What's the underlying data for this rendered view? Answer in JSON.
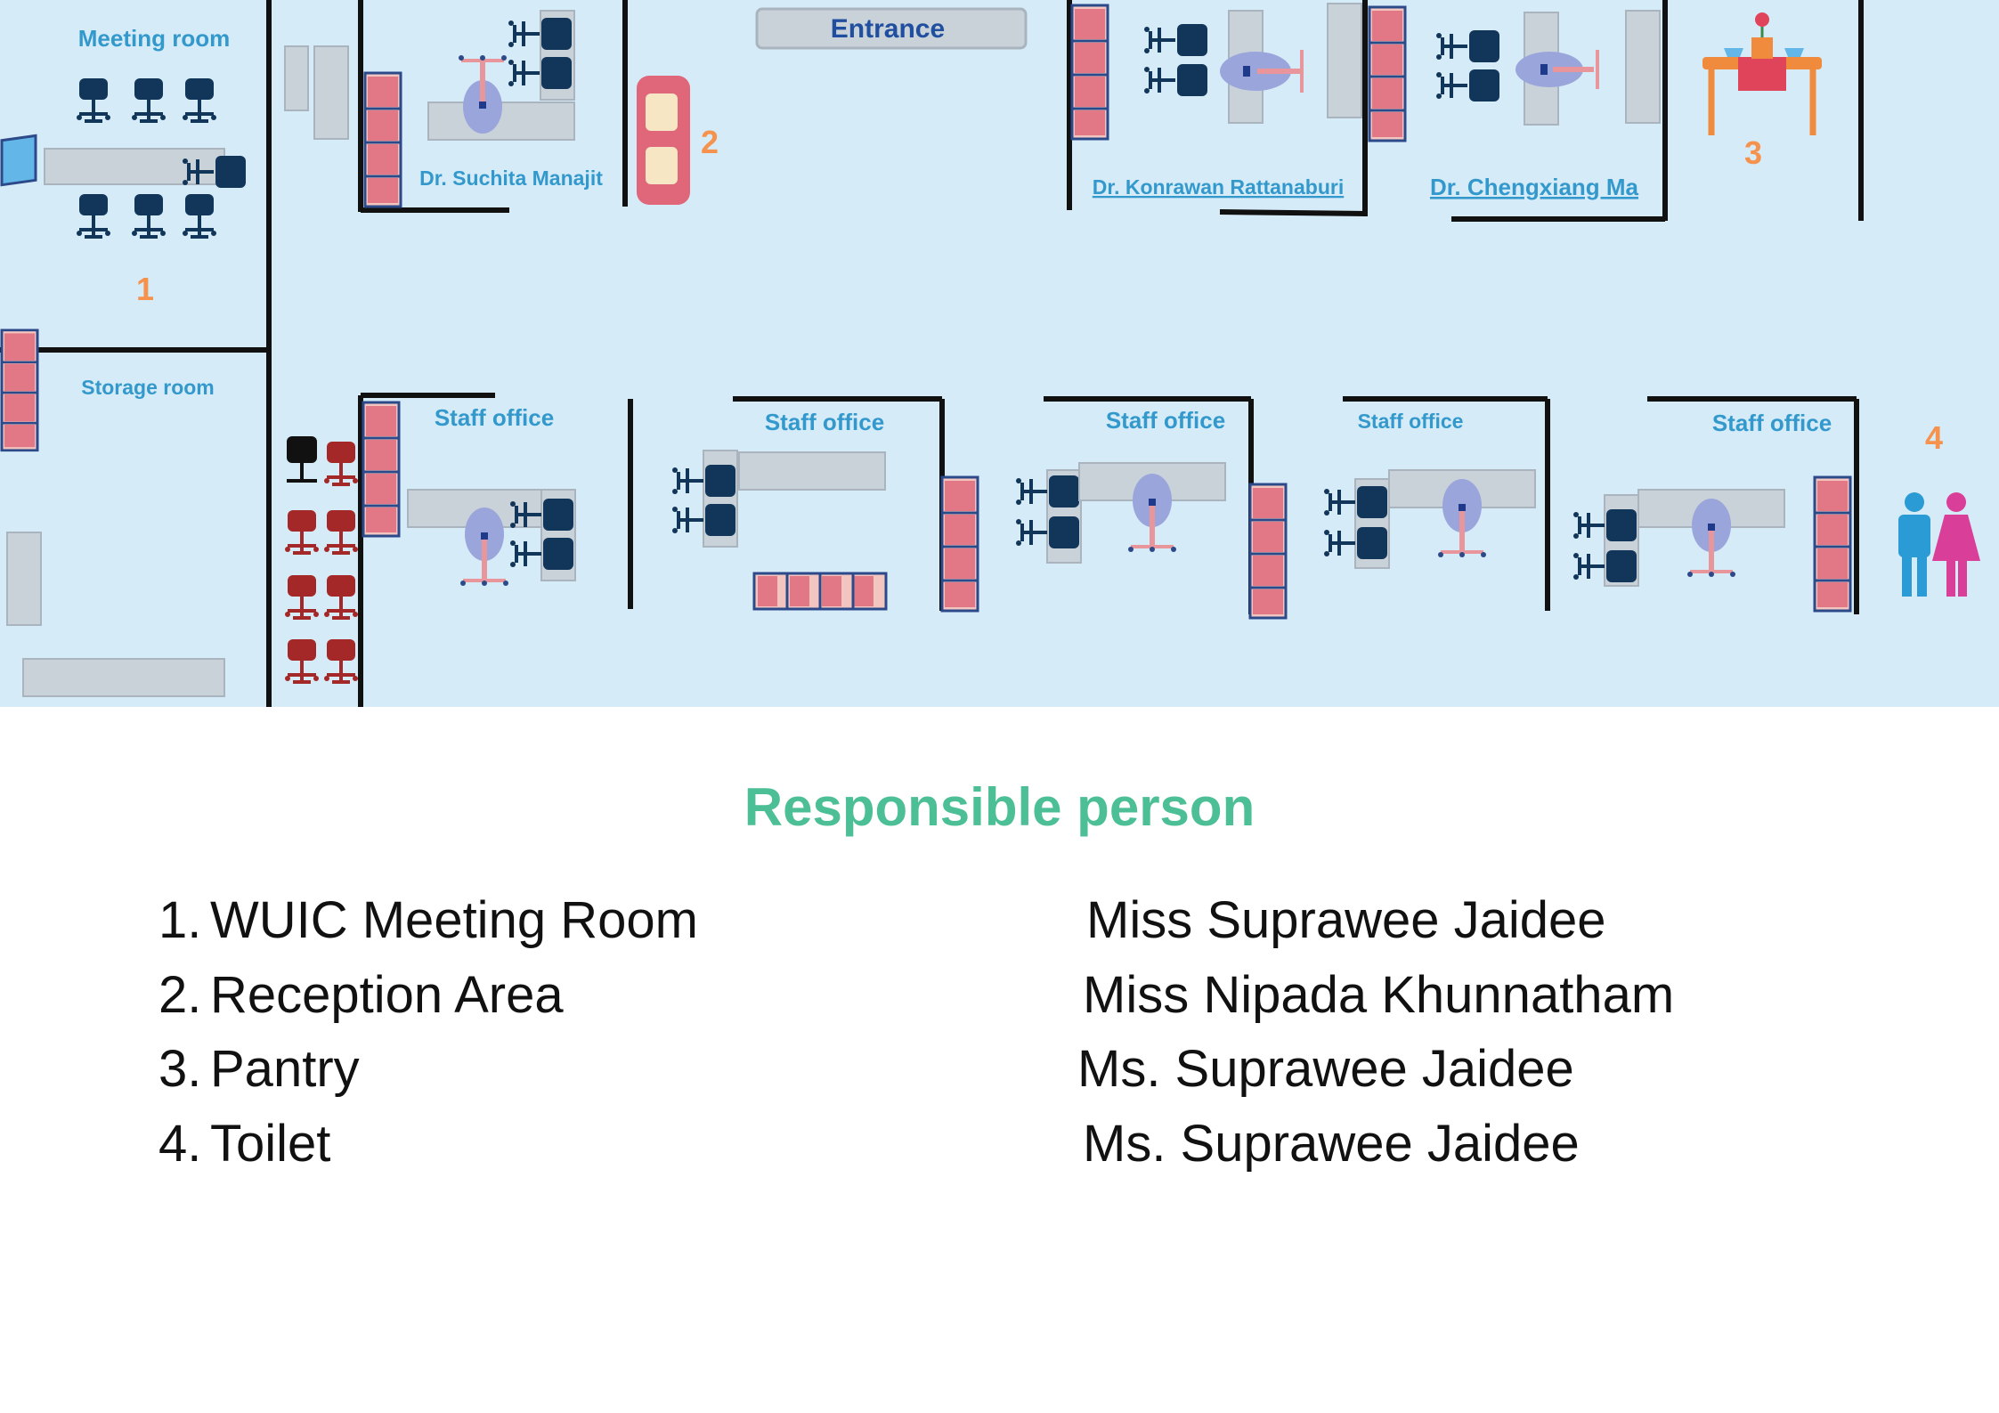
{
  "floor_plan": {
    "entrance": "Entrance",
    "rooms": {
      "meeting_room": "Meeting room",
      "storage_room": "Storage room",
      "staff_office": "Staff office"
    },
    "offices": {
      "suchita": "Dr. Suchita Manajit",
      "konrawan": "Dr. Konrawan Rattanaburi",
      "chengxiang": "Dr. Chengxiang Ma"
    },
    "markers": [
      "1",
      "2",
      "3",
      "4"
    ]
  },
  "legend": {
    "title": "Responsible person",
    "rows": [
      {
        "n": "1.",
        "item": "WUIC Meeting Room",
        "person": "Miss Suprawee Jaidee"
      },
      {
        "n": "2.",
        "item": "Reception Area",
        "person": "Miss Nipada Khunnatham"
      },
      {
        "n": "3.",
        "item": "Pantry",
        "person": "Ms. Suprawee Jaidee"
      },
      {
        "n": "4.",
        "item": "Toilet",
        "person": "Ms. Suprawee Jaidee"
      }
    ]
  },
  "colors": {
    "floor": "#d6ebf8",
    "wall": "#111111",
    "furniture": "#c9d1d9",
    "chair_navy": "#12365a",
    "chair_red": "#a52828",
    "shelf_pink": "#e8959c",
    "label_blue": "#3399cc",
    "marker_orange": "#f5934e",
    "legend_green": "#4cbf96"
  }
}
